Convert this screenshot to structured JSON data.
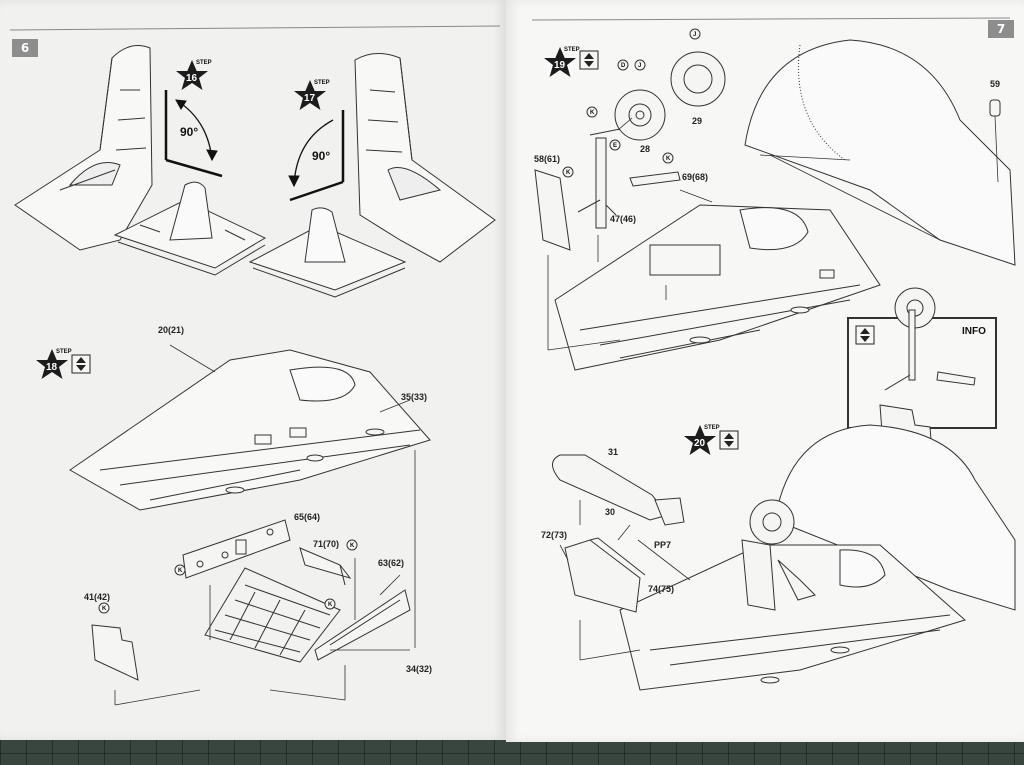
{
  "pages": {
    "left": {
      "number": "6"
    },
    "right": {
      "number": "7"
    }
  },
  "steps": [
    {
      "id": "16",
      "word": "STEP",
      "has_arrows": false
    },
    {
      "id": "17",
      "word": "STEP",
      "has_arrows": false
    },
    {
      "id": "18",
      "word": "STEP",
      "has_arrows": true
    },
    {
      "id": "19",
      "word": "STEP",
      "has_arrows": true
    },
    {
      "id": "20",
      "word": "STEP",
      "has_arrows": true
    }
  ],
  "angles": [
    "90°",
    "90°"
  ],
  "part_labels": {
    "p20_21": "20(21)",
    "p35_33": "35(33)",
    "p65_64": "65(64)",
    "p71_70": "71(70)",
    "p63_62": "63(62)",
    "p41_42": "41(42)",
    "p34_32": "34(32)",
    "p58_61": "58(61)",
    "p47_46": "47(46)",
    "p28": "28",
    "p29": "29",
    "p69_68": "69(68)",
    "p59": "59",
    "p31": "31",
    "p30": "30",
    "p72_73": "72(73)",
    "pPP7": "PP7",
    "p74_75": "74(75)"
  },
  "callout_letters": [
    "K",
    "D",
    "J",
    "E",
    "K",
    "K",
    "K",
    "K",
    "K",
    "K",
    "J"
  ],
  "info_box": {
    "label": "INFO"
  },
  "colors": {
    "ink": "#222222",
    "star": "#1c1c1c",
    "page": "#f4f4f2",
    "mat": "#394640"
  }
}
